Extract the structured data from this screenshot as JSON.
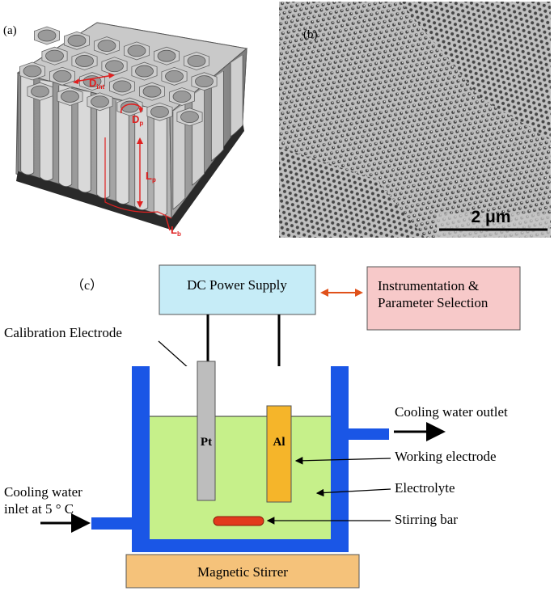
{
  "panel_a": {
    "label": "(a)",
    "dims": {
      "d_int": "D",
      "d_int_sub": "int",
      "d_p": "D",
      "d_p_sub": "p",
      "l_p": "L",
      "l_p_sub": "p",
      "l_b": "L",
      "l_b_sub": "b"
    }
  },
  "panel_b": {
    "label": "(b)",
    "scale_bar": "2 μm"
  },
  "panel_c": {
    "label": "（c）",
    "power_supply": "DC Power Supply",
    "instrumentation_line1": "Instrumentation &",
    "instrumentation_line2": "Parameter Selection",
    "calibration_electrode": "Calibration Electrode",
    "pt": "Pt",
    "al": "Al",
    "cooling_outlet": "Cooling water outlet",
    "working_electrode": "Working electrode",
    "electrolyte": "Electrolyte",
    "stirring_bar": "Stirring bar",
    "cooling_inlet_line1": "Cooling water",
    "cooling_inlet_line2": "inlet at 5 ° C",
    "magnetic_stirrer": "Magnetic Stirrer"
  },
  "colors": {
    "tank_wall": "#1a56e6",
    "electrolyte": "#c6f08a",
    "power_box": "#c6ecf7",
    "instrument_box": "#f7c9c9",
    "stirrer_box": "#f5c27a",
    "al_electrode": "#f5b52a",
    "pt_electrode": "#bdbdbd",
    "stir_bar": "#e23a1c",
    "double_arrow": "#e0511a",
    "dimension_red": "#e02020"
  }
}
